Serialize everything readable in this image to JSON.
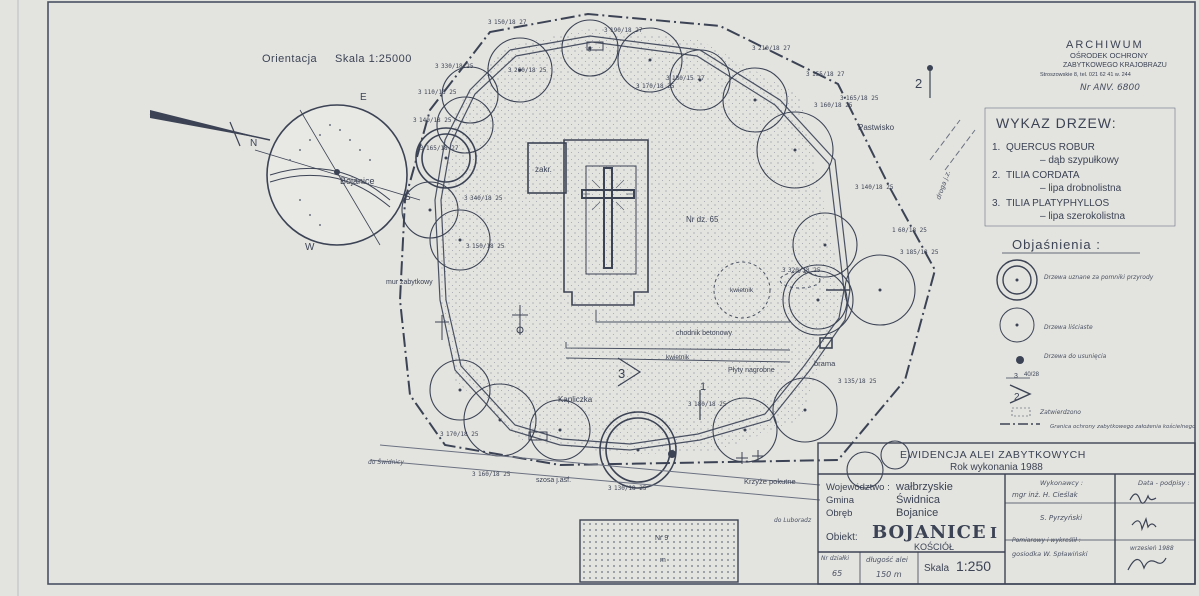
{
  "orientation": {
    "label": "Orientacja",
    "scale": "Skala 1:25000",
    "place": "Bojanice",
    "n": "N",
    "e": "E",
    "s": "S",
    "w": "W"
  },
  "archive": {
    "title": "ARCHIWUM",
    "line1": "OŚRODEK OCHRONY",
    "line2": "ZABYTKOWEGO KRAJOBRAZU",
    "line3": "Stroszowskie 8, tel. 021 62 41 w. 244",
    "ref": "Nr ANV. 6800"
  },
  "legend_trees": {
    "title": "WYKAZ DRZEW:",
    "items": [
      {
        "num": "1.",
        "latin": "QUERCUS ROBUR",
        "polish": "– dąb szypułkowy"
      },
      {
        "num": "2.",
        "latin": "TILIA CORDATA",
        "polish": "– lipa drobnolistna"
      },
      {
        "num": "3.",
        "latin": "TILIA PLATYPHYLLOS",
        "polish": "– lipa szerokolistna"
      }
    ]
  },
  "legend_expl": {
    "title": "Objaśnienia :",
    "monument": "Drzewa uznane za pomniki przyrody",
    "deciduous": "Drzewa liściaste",
    "stumps": "Drzewa do usunięcia",
    "sample_num": "3",
    "sample_frac": "40/28",
    "species_num": "2",
    "note": "Zatwierdzono",
    "zone": "Granica ochrony zabytkowego założenia kościelnego"
  },
  "plan": {
    "church_annex": "zakr.",
    "parcel": "Nr dz. 65",
    "pasture": "Pastwisko",
    "flowerbed": "kwietnik",
    "flowerbed2": "kwietnik",
    "path": "chodnik betonowy",
    "graves": "Płyty nagrobne",
    "chapel": "Kapliczka",
    "crosses": "Krzyże pokutne",
    "gate": "brama",
    "wall": "mur zabytkowy",
    "road_asf": "szosa j.asf.",
    "road_swidnica": "do Świdnicy",
    "road_luboradz": "do Luboradz",
    "road_ditch": "droga j.z.",
    "house": "Nr 9",
    "house_m": "m",
    "view1": "1",
    "view2": "2",
    "view3": "3",
    "wall_mark": "g"
  },
  "trees": [
    {
      "num": "3",
      "frac": "150/18 27"
    },
    {
      "num": "3",
      "frac": "190/18 27"
    },
    {
      "num": "3",
      "frac": "210/18 27"
    },
    {
      "num": "3",
      "frac": "180/15 27"
    },
    {
      "num": "3",
      "frac": "155/18 27"
    },
    {
      "num": "3",
      "frac": "160/18 25"
    },
    {
      "num": "3",
      "frac": "165/18 25"
    },
    {
      "num": "3",
      "frac": "140/18 25"
    },
    {
      "num": "1",
      "frac": "60/18 25"
    },
    {
      "num": "3",
      "frac": "185/18 25"
    },
    {
      "num": "3",
      "frac": "320/18 25"
    },
    {
      "num": "3",
      "frac": "135/18 25"
    },
    {
      "num": "3",
      "frac": "180/18 25"
    },
    {
      "num": "3",
      "frac": "130/18 25"
    },
    {
      "num": "3",
      "frac": "160/18 25"
    },
    {
      "num": "3",
      "frac": "170/18 25"
    },
    {
      "num": "3",
      "frac": "150/18 25"
    },
    {
      "num": "3",
      "frac": "340/18 25"
    },
    {
      "num": "3",
      "frac": "140/18 25"
    },
    {
      "num": "3",
      "frac": "110/18 25"
    },
    {
      "num": "3",
      "frac": "330/18 25"
    },
    {
      "num": "3",
      "frac": "260/18 25"
    },
    {
      "num": "3",
      "frac": "170/18 25"
    },
    {
      "num": "3",
      "frac": "165/18 27"
    }
  ],
  "titleblock": {
    "header1": "EWIDENCJA ALEI ZABYTKOWYCH",
    "header2": "Rok wykonania 1988",
    "woj_label": "Województwo :",
    "woj_value": "wałbrzyskie",
    "gmina_label": "Gmina",
    "gmina_value": "Świdnica",
    "obreb_label": "Obręb",
    "obreb_value": "Bojanice",
    "obiekt_label": "Obiekt:",
    "obiekt_value": "BOJANICE",
    "obiekt_num": "I",
    "obiekt_sub": "KOŚCIÓŁ",
    "dzialka_label": "Nr działki",
    "dzialka_value": "65",
    "dlugosc_label": "długość alei",
    "dlugosc_value": "150 m",
    "skala_label": "Skala",
    "skala_value": "1:250",
    "wykonal_label": "Wykonawcy :",
    "wykonal1": "mgr inż. H. Cieślak",
    "wykonal2": "S. Pyrzyński",
    "pomiar_label": "Pomiarowy i wykreślił :",
    "pomiar_value": "gosiodka W. Spławiński",
    "data_label": "Data - podpisy :",
    "data_value": "wrzesień 1988"
  },
  "colors": {
    "paper": "#e3e4e0",
    "ink": "#3c4354",
    "stipple": "#8b909a"
  }
}
